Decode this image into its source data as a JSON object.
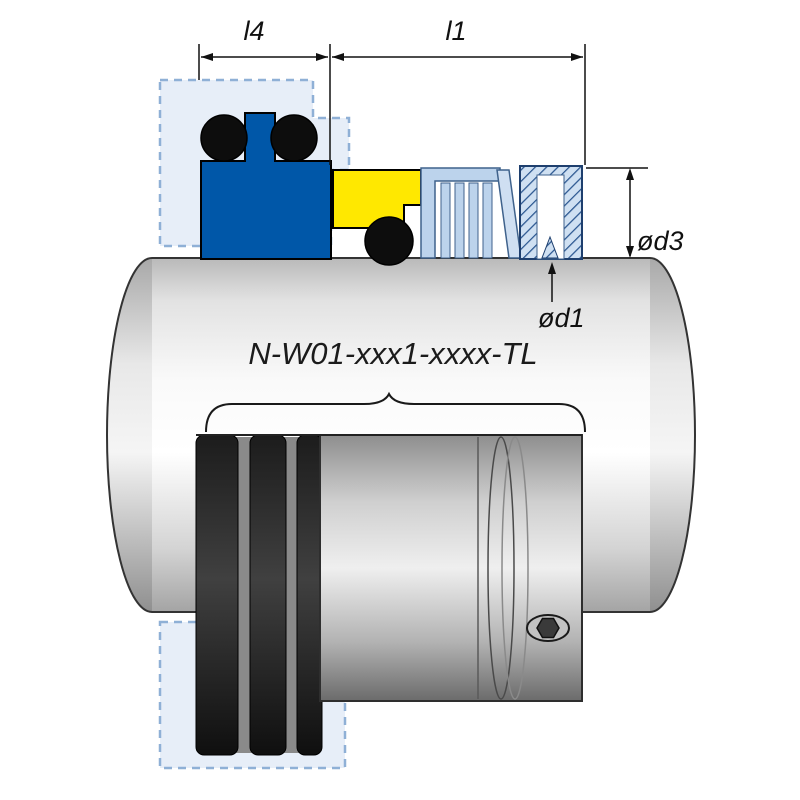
{
  "diagram": {
    "part_number": "N-W01-xxx1-xxxx-TL",
    "dimensions": {
      "l4": "l4",
      "l1": "l1",
      "d3": "ød3",
      "d1": "ød1"
    },
    "colors": {
      "gland_blue": "#0057a8",
      "elastomer_yellow": "#ffe800",
      "spring_light_blue": "#bcd3ec",
      "washer_light_blue": "#cfdff2",
      "housing_dashed_fill": "#e7eef8",
      "oring_black": "#0d0d0d"
    }
  }
}
